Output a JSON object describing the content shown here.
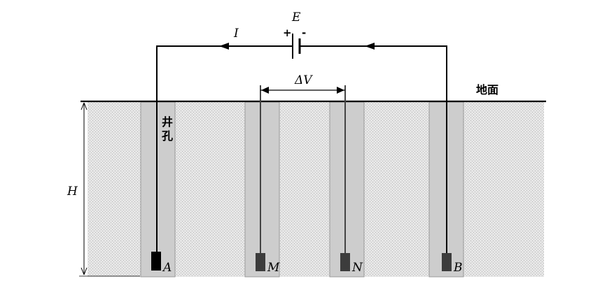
{
  "labels": {
    "current": "I",
    "emf": "E",
    "plus": "+",
    "minus": "-",
    "potential": "ΔV",
    "ground": "地面",
    "well_line1": "井",
    "well_line2": "孔",
    "depth": "H"
  },
  "electrodes": [
    {
      "id": "A",
      "label": "A"
    },
    {
      "id": "M",
      "label": "M"
    },
    {
      "id": "N",
      "label": "N"
    },
    {
      "id": "B",
      "label": "B"
    }
  ],
  "colors": {
    "soil": "#dcdcdc",
    "borehole": "#c8c8c8",
    "wire": "#000000",
    "electrode_A": "#000000",
    "electrode_other": "#3c3c3c"
  }
}
